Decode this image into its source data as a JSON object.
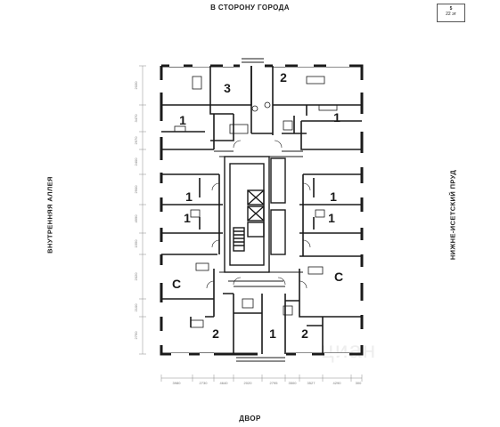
{
  "labels": {
    "top": "В СТОРОНУ ГОРОДА",
    "bottom": "ДВОР",
    "left": "ВНУТРЕННЯЯ АЛЛЕЯ",
    "right": "НИЖНЕ-ИСЕТСКИЙ ПРУД"
  },
  "floor_badge": {
    "number": "5",
    "caption": "22 эт"
  },
  "watermark": "циан",
  "rooms": {
    "r1": "3",
    "r2": "2",
    "r3": "1",
    "r4": "1",
    "r5": "1",
    "r6": "1",
    "r7": "1",
    "r8": "1",
    "r9": "С",
    "r10": "С",
    "r11": "2",
    "r12": "1",
    "r13": "2"
  },
  "dims": {
    "left": [
      "2030",
      "3470",
      "2970",
      "2400",
      "2900",
      "4990",
      "1550",
      "2020",
      "2100",
      "2750"
    ],
    "bottom": [
      "3980",
      "2730",
      "4640",
      "2020",
      "2795",
      "3500",
      "3527",
      "4290",
      "300"
    ]
  }
}
